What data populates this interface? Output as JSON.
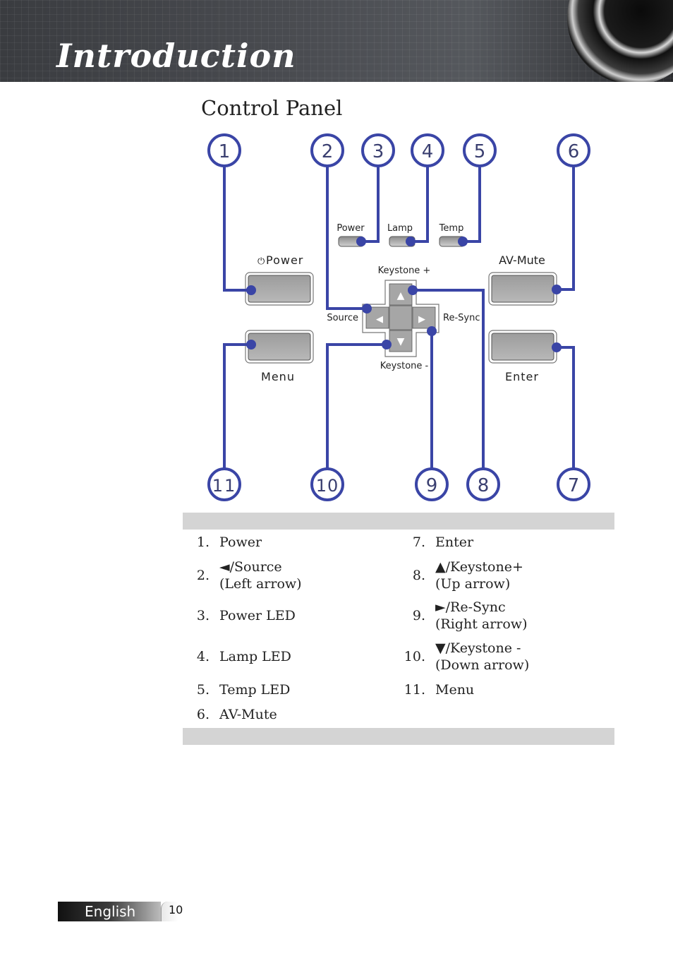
{
  "header": {
    "title": "Introduction"
  },
  "section_title": "Control Panel",
  "diagram": {
    "callouts": [
      "1",
      "2",
      "3",
      "4",
      "5",
      "6",
      "7",
      "8",
      "9",
      "10",
      "11"
    ],
    "labels": {
      "power_button": "Power",
      "power_led": "Power",
      "lamp_led": "Lamp",
      "temp_led": "Temp",
      "av_mute": "AV-Mute",
      "keystone_plus": "Keystone +",
      "source": "Source",
      "re_sync": "Re-Sync",
      "keystone_minus": "Keystone -",
      "menu": "Menu",
      "enter": "Enter"
    },
    "icons": {
      "power": "⏻",
      "up": "▲",
      "down": "▼",
      "left": "◀",
      "right": "▶"
    },
    "accent_color": "#3a45a6"
  },
  "legend": {
    "left": [
      {
        "num": "1.",
        "line1": "Power",
        "line2": ""
      },
      {
        "num": "2.",
        "line1": "◄/Source",
        "line2": "(Left arrow)"
      },
      {
        "num": "3.",
        "line1": "Power LED",
        "line2": ""
      },
      {
        "num": "4.",
        "line1": "Lamp LED",
        "line2": ""
      },
      {
        "num": "5.",
        "line1": "Temp LED",
        "line2": ""
      },
      {
        "num": "6.",
        "line1": "AV-Mute",
        "line2": ""
      }
    ],
    "right": [
      {
        "num": "7.",
        "line1": "Enter",
        "line2": ""
      },
      {
        "num": "8.",
        "line1": "▲/Keystone+",
        "line2": "(Up arrow)"
      },
      {
        "num": "9.",
        "line1": "►/Re-Sync",
        "line2": "(Right arrow)"
      },
      {
        "num": "10.",
        "line1": "▼/Keystone -",
        "line2": "(Down arrow)"
      },
      {
        "num": "11.",
        "line1": "Menu",
        "line2": ""
      }
    ]
  },
  "footer": {
    "language": "English",
    "page": "10"
  }
}
